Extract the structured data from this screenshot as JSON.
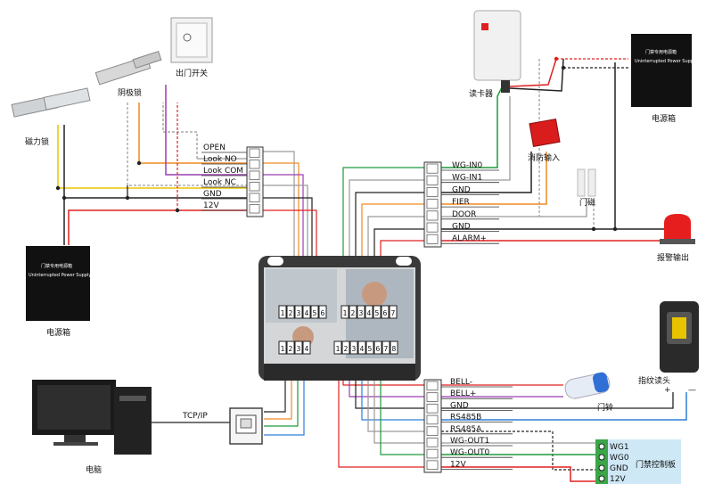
{
  "colors": {
    "red": "#e02020",
    "black": "#222222",
    "yellow": "#e8c300",
    "orange": "#f08a24",
    "purple": "#9b3fb0",
    "blue": "#2f7fd6",
    "green": "#1f9a3a",
    "gray": "#9a9a9a",
    "board_green": "#3aa648",
    "board_panel": "#cfe8f6"
  },
  "devices": {
    "mag_lock": "磁力锁",
    "strike_lock": "阴极锁",
    "exit_button": "出门开关",
    "card_reader": "读卡器",
    "power_box_top": "电源箱",
    "power_box_left": "电源箱",
    "fire_input": "消防输入",
    "door_sensor": "门磁",
    "alarm_output": "报警输出",
    "fingerprint_reader": "指纹读头",
    "doorbell": "门铃",
    "computer": "电脑",
    "tcpip": "TCP/IP",
    "controller_board": "门禁控制板"
  },
  "power_label": {
    "line1": "门禁专用电源箱",
    "line2": "Uninterrupted Power Supply"
  },
  "panels": {
    "lock": [
      "OPEN",
      "Look NO",
      "Look COM",
      "Look NC",
      "GND",
      "12V"
    ],
    "top_right": [
      "WG-IN0",
      "WG-IN1",
      "GND",
      "FIER",
      "DOOR",
      "GND",
      "ALARM+"
    ],
    "bottom_right": [
      "BELL-",
      "BELL+",
      "GND",
      "RS485B",
      "RS485A",
      "WG-OUT1",
      "WG-OUT0",
      "12V"
    ]
  },
  "connectors": {
    "c6": [
      "1",
      "2",
      "3",
      "4",
      "5",
      "6"
    ],
    "c7": [
      "1",
      "2",
      "3",
      "4",
      "5",
      "6",
      "7"
    ],
    "c4": [
      "1",
      "2",
      "3",
      "4"
    ],
    "c8": [
      "1",
      "2",
      "3",
      "4",
      "5",
      "6",
      "7",
      "8"
    ]
  },
  "board_pins": [
    "WG1",
    "WG0",
    "GND",
    "12V"
  ],
  "polarity": {
    "plus": "+",
    "minus": "—"
  }
}
